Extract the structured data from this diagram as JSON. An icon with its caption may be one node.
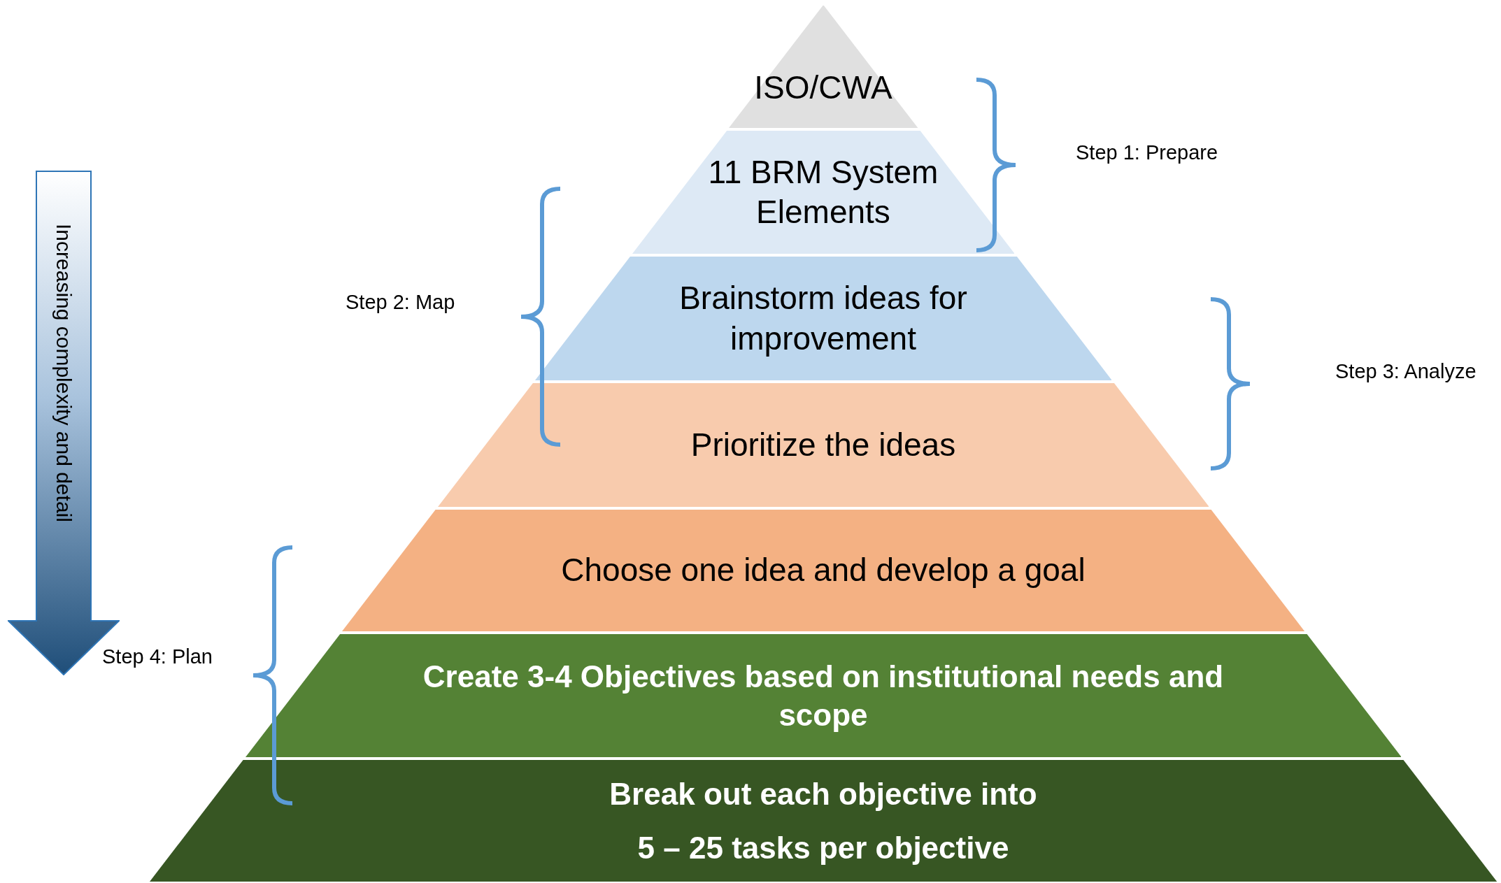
{
  "diagram": {
    "nodes": [
      {
        "text": [
          "ISO/CWA"
        ]
      },
      {
        "text": [
          "11 BRM System Elements"
        ]
      },
      {
        "text": [
          "Brainstorm ideas for improvement"
        ]
      },
      {
        "text": [
          "Prioritize the ideas"
        ]
      },
      {
        "text": [
          "Choose one idea and develop a goal"
        ]
      },
      {
        "text": [
          "Create 3-4 Objectives based on institutional needs and scope"
        ]
      },
      {
        "text": [
          "Break out each objective into",
          "5 – 25 tasks per objective"
        ]
      },
      {
        "text": [
          "Increasing complexity and detail"
        ]
      }
    ],
    "edges": [],
    "labels": [
      "Step 1: Prepare",
      "Step 2: Map",
      "Step 3: Analyze",
      "Step 4: Plan"
    ]
  }
}
